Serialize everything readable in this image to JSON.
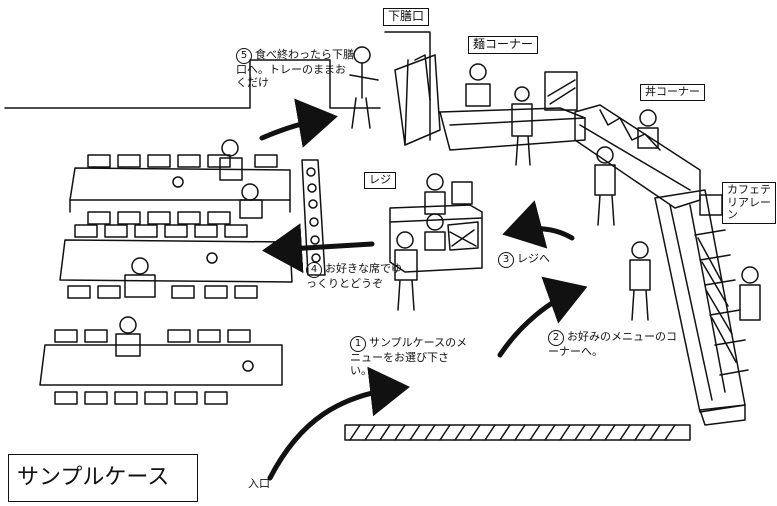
{
  "labels": {
    "return_counter": "下膳口",
    "noodle_corner": "麺コーナー",
    "rice_bowl_corner": "丼コーナー",
    "register": "レジ",
    "cafeteria_lane": "カフェテリアレーン",
    "entrance": "入口",
    "sample_case": "サンプルケース"
  },
  "steps": [
    {
      "num": "1",
      "text": "サンプルケースのメニューをお選び下さい。"
    },
    {
      "num": "2",
      "text": "お好みのメニューのコーナーへ。"
    },
    {
      "num": "3",
      "text": "レジへ"
    },
    {
      "num": "4",
      "text": "お好きな席でゆっくりとどうぞ"
    },
    {
      "num": "5",
      "text": "食べ終わったら下膳口へ。トレーのままおくだけ"
    }
  ]
}
